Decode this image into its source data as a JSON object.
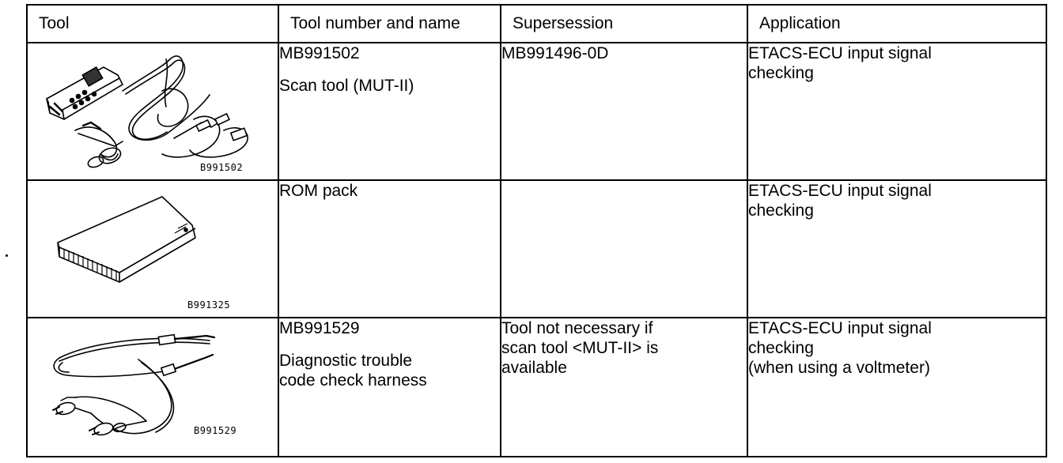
{
  "header": {
    "tool": "Tool",
    "tool_number_name": "Tool number and name",
    "supersession": "Supersession",
    "application": "Application"
  },
  "rows": [
    {
      "image_caption": "B991502",
      "image_icon": "scan-tool-illustration",
      "tool_number": "MB991502",
      "tool_name": "Scan tool (MUT-II)",
      "supersession": "MB991496-0D",
      "application_lines": [
        "ETACS-ECU input signal",
        "checking"
      ]
    },
    {
      "image_caption": "B991325",
      "image_icon": "rom-pack-illustration",
      "tool_number": "ROM pack",
      "tool_name": "",
      "supersession": "",
      "application_lines": [
        "ETACS-ECU input signal",
        "checking"
      ]
    },
    {
      "image_caption": "B991529",
      "image_icon": "harness-illustration",
      "tool_number": "MB991529",
      "tool_name_lines": [
        "Diagnostic trouble",
        "code check harness"
      ],
      "supersession_lines": [
        "Tool not necessary if",
        "scan tool <MUT-II> is",
        "available"
      ],
      "application_lines": [
        "ETACS-ECU input signal",
        "checking",
        "(when using a voltmeter)"
      ]
    }
  ]
}
